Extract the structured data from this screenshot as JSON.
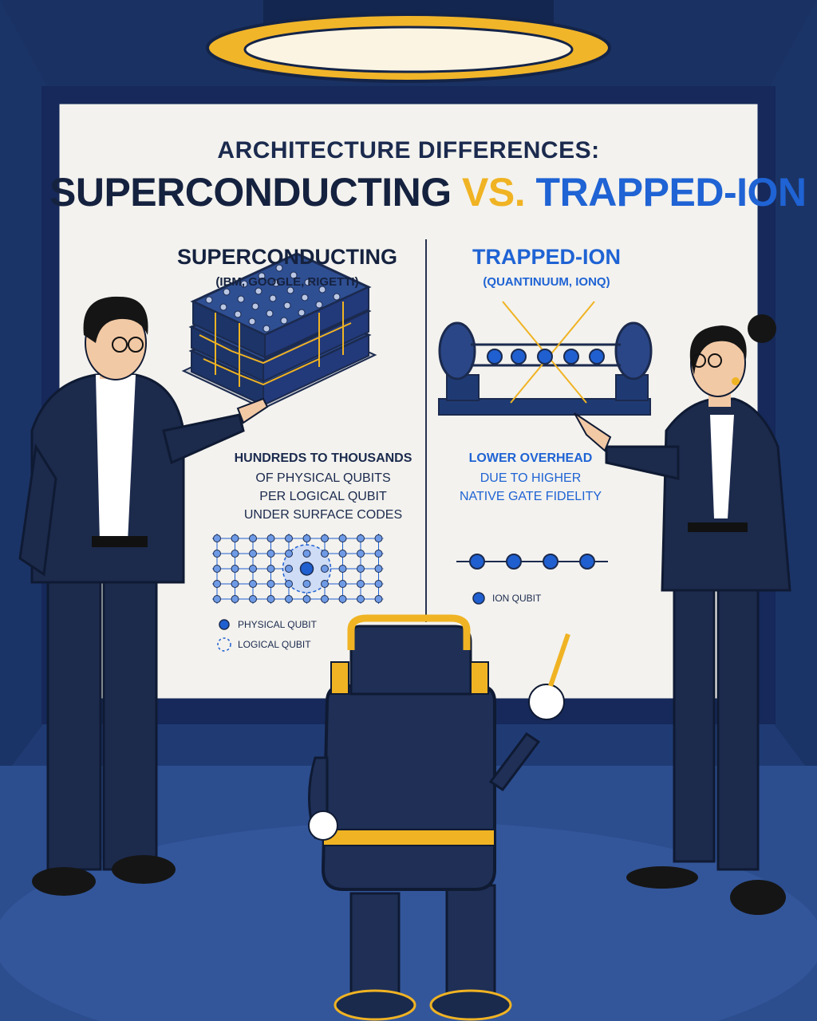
{
  "title": {
    "line1": "ARCHITECTURE DIFFERENCES:",
    "superconducting": "SUPERCONDUCTING",
    "vs": "VS.",
    "trapped_ion": "TRAPPED-ION"
  },
  "superconducting": {
    "heading": "SUPERCONDUCTING",
    "companies": "(IBM, GOOGLE, RIGETTI)",
    "description_lines": [
      "HUNDREDS TO THOUSANDS",
      "OF PHYSICAL QUBITS",
      "PER LOGICAL QUBIT",
      "UNDER SURFACE CODES"
    ],
    "legend": {
      "physical": "PHYSICAL QUBIT",
      "logical": "LOGICAL QUBIT"
    }
  },
  "trapped_ion": {
    "heading": "TRAPPED-ION",
    "companies": "(QUANTINUUM, IONQ)",
    "description_lines": [
      "LOWER OVERHEAD",
      "DUE TO HIGHER",
      "NATIVE GATE FIDELITY"
    ],
    "legend": {
      "ion": "ION QUBIT"
    }
  },
  "colors": {
    "navy": "#1b2a4e",
    "accent_yellow": "#f0b323",
    "accent_blue": "#1f63d4",
    "room_blue": "#1f3a73"
  }
}
